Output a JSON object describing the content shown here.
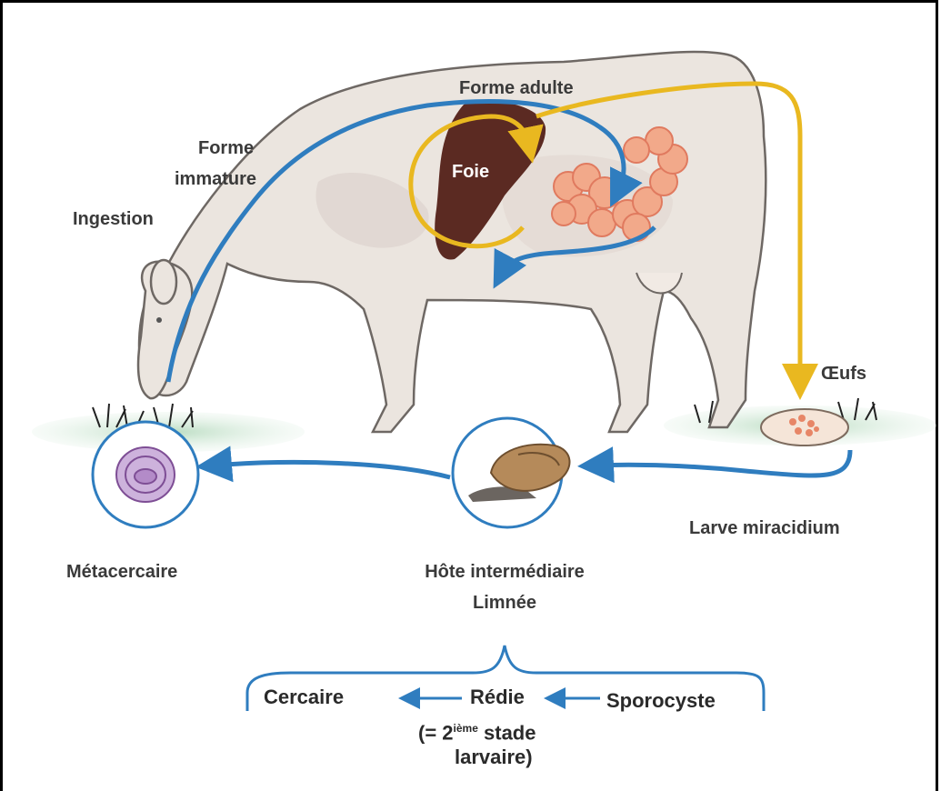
{
  "labels": {
    "forme_adulte": "Forme adulte",
    "forme_immature": [
      "Forme",
      "immature"
    ],
    "ingestion": "Ingestion",
    "foie": "Foie",
    "oeufs": "Œufs",
    "larve_miracidium": "Larve miracidium",
    "metacercaire": "Métacercaire",
    "hote_intermediaire": [
      "Hôte intermédiaire",
      "Limnée"
    ]
  },
  "stages": {
    "cercaire": "Cercaire",
    "redie": "Rédie",
    "redie_note_prefix": "(= 2",
    "redie_note_sup": "ième",
    "redie_note_suffix": " stade",
    "redie_note_line2": "larvaire)",
    "sporocyste": "Sporocyste"
  },
  "colors": {
    "blue_path": "#2f7dbf",
    "yellow_path": "#e9b820",
    "cow_body": "#ebe5df",
    "cow_outline": "#6e6864",
    "liver": "#5b2a22",
    "intestine": "#f2a98a",
    "grass": "#cfe8d4"
  }
}
